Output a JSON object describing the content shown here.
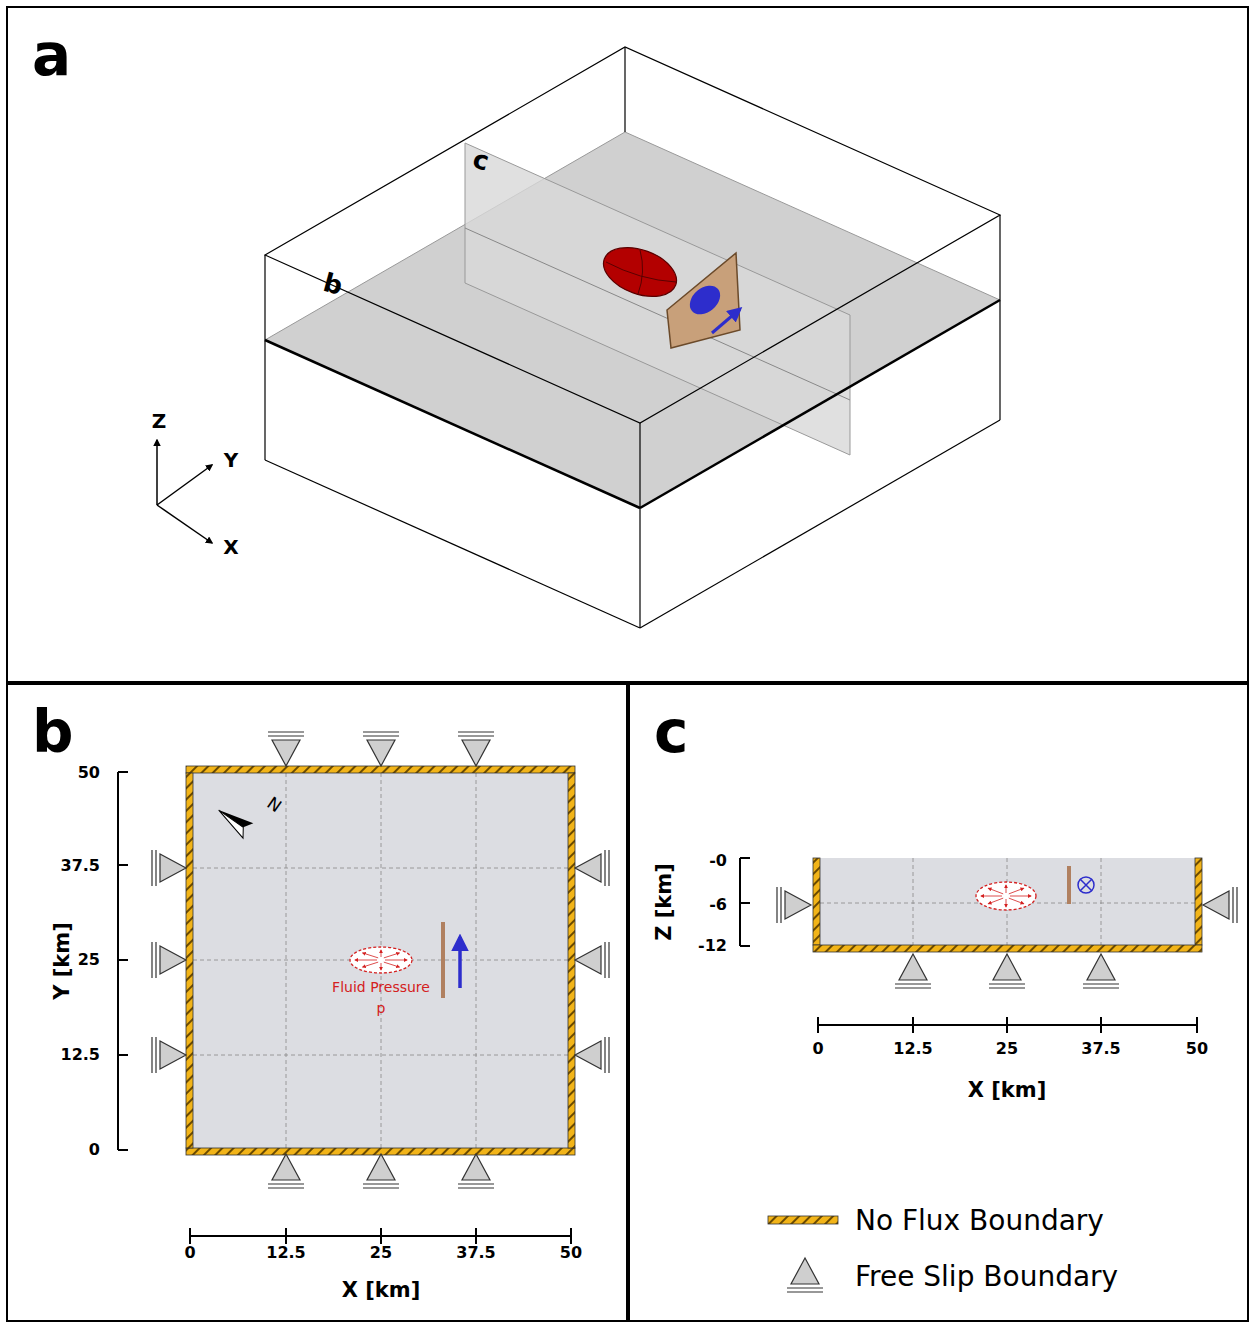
{
  "diagram": {
    "nodes": [
      {
        "text": [
          "a"
        ]
      },
      {
        "text": [
          "b"
        ]
      },
      {
        "text": [
          "c"
        ]
      }
    ],
    "labels": [
      "b",
      "c",
      "Z",
      "Y",
      "X",
      "50",
      "37.5",
      "25",
      "12.5",
      "0",
      "Y [km]",
      "0",
      "12.5",
      "25",
      "37.5",
      "50",
      "X [km]",
      "N",
      "Fluid Pressure",
      "p",
      "-0",
      "-6",
      "-12",
      "Z [km]",
      "0",
      "12.5",
      "25",
      "37.5",
      "50",
      "X [km]"
    ],
    "legend": [
      {
        "text": "No Flux Boundary"
      },
      {
        "text": "Free Slip Boundary"
      }
    ]
  }
}
